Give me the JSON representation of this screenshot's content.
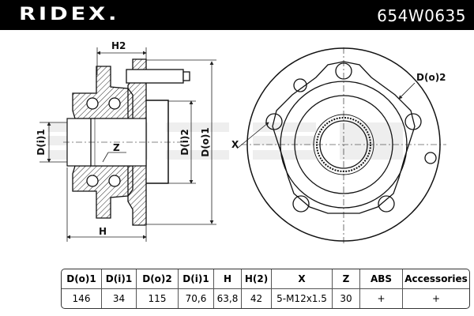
{
  "header": {
    "brand": "RIDEX.",
    "part_number": "654W0635"
  },
  "drawing": {
    "side_view_labels": {
      "h2": "H2",
      "h": "H",
      "di1": "D(i)1",
      "di2": "D(i)2",
      "do1": "D(o)1",
      "z": "Z"
    },
    "front_view_labels": {
      "x": "X",
      "do2": "D(o)2"
    },
    "watermark": "RIDEX"
  },
  "spec_table": {
    "headers": [
      "D(o)1",
      "D(i)1",
      "D(o)2",
      "D(i)1",
      "H",
      "H(2)",
      "X",
      "Z",
      "ABS",
      "Accessories"
    ],
    "values": [
      "146",
      "34",
      "115",
      "70,6",
      "63,8",
      "42",
      "5-M12x1.5",
      "30",
      "+",
      "+"
    ]
  }
}
